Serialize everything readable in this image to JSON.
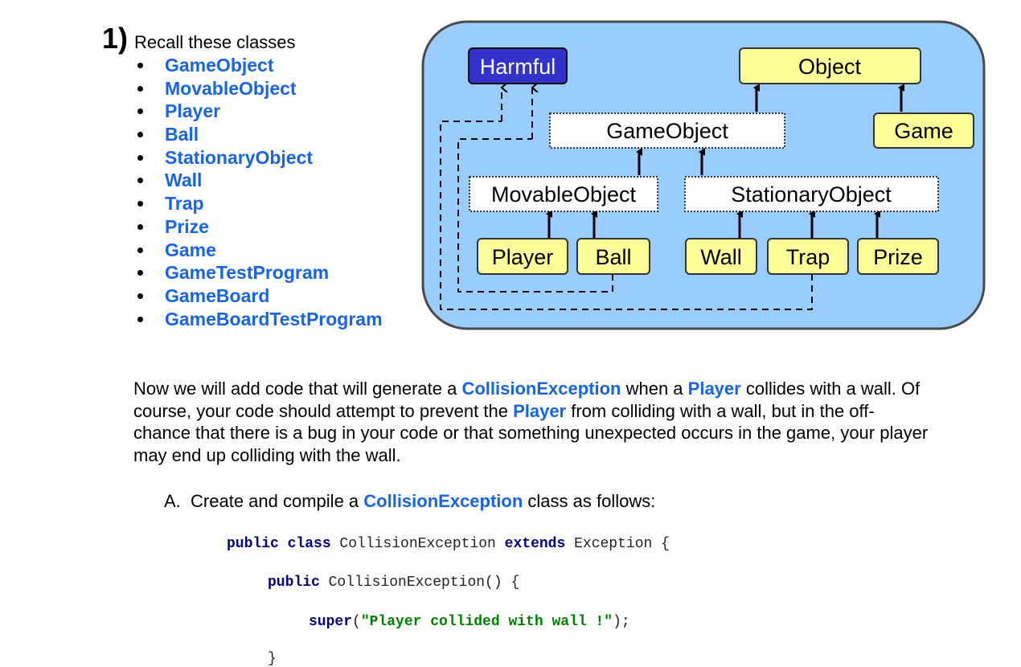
{
  "section": {
    "number": "1)",
    "intro": "Recall these classes"
  },
  "class_list": [
    "GameObject",
    "MovableObject",
    "Player",
    "Ball",
    "StationaryObject",
    "Wall",
    "Trap",
    "Prize",
    "Game",
    "GameTestProgram",
    "GameBoard",
    "GameBoardTestProgram"
  ],
  "diagram": {
    "colors": {
      "background": "#99ccff",
      "border": "#4a4a4a",
      "interface_box": "#3333cc",
      "concrete_box": "#ffff99",
      "abstract_box": "#ffffff",
      "arrow": "#000000"
    },
    "nodes": {
      "harmful": "Harmful",
      "object": "Object",
      "gameobject": "GameObject",
      "game": "Game",
      "movable": "MovableObject",
      "stationary": "StationaryObject",
      "player": "Player",
      "ball": "Ball",
      "wall": "Wall",
      "trap": "Trap",
      "prize": "Prize"
    }
  },
  "paragraph": {
    "p1": "Now we will add code that will generate a ",
    "h1": "CollisionException",
    "p2": " when a ",
    "h2": "Player",
    "p3": " collides with a wall. Of course, your code should attempt to prevent the ",
    "h3": "Player",
    "p4": " from colliding with a wall, but in the off-chance that there is a bug in your code or that something unexpected occurs in the game, your player may end up colliding with the wall."
  },
  "step_a": {
    "label": "A.",
    "pre": "Create and compile a ",
    "highlight": "CollisionException",
    "post": " class as follows:"
  },
  "code": {
    "line1": {
      "kw1": "public class",
      "name": " CollisionException ",
      "kw2": "extends",
      "rest": " Exception {"
    },
    "line2": {
      "kw1": "public",
      "rest": " CollisionException() {"
    },
    "line3": {
      "kw1": "super",
      "open": "(",
      "str": "\"Player collided with wall !\"",
      "close": ");"
    },
    "line4": "}"
  }
}
